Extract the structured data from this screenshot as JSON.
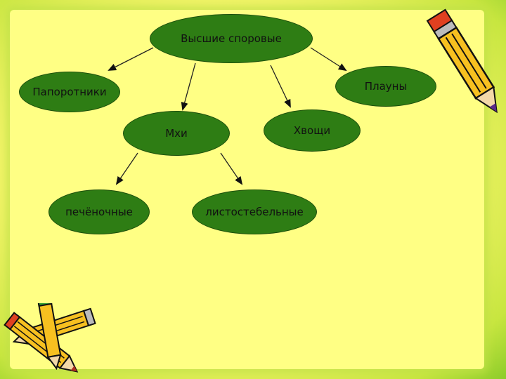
{
  "diagram": {
    "root": "Высшие споровые",
    "nodes": {
      "ferns": "Папоротники",
      "lycopods": "Плауны",
      "mosses": "Мхи",
      "horsetails": "Хвощи",
      "liverworts": "печёночные",
      "leafy_mosses": "листостебельные"
    }
  },
  "colors": {
    "node_fill": "#2e7d14",
    "background": "#ffff84",
    "frame": "#8ccc2a"
  }
}
